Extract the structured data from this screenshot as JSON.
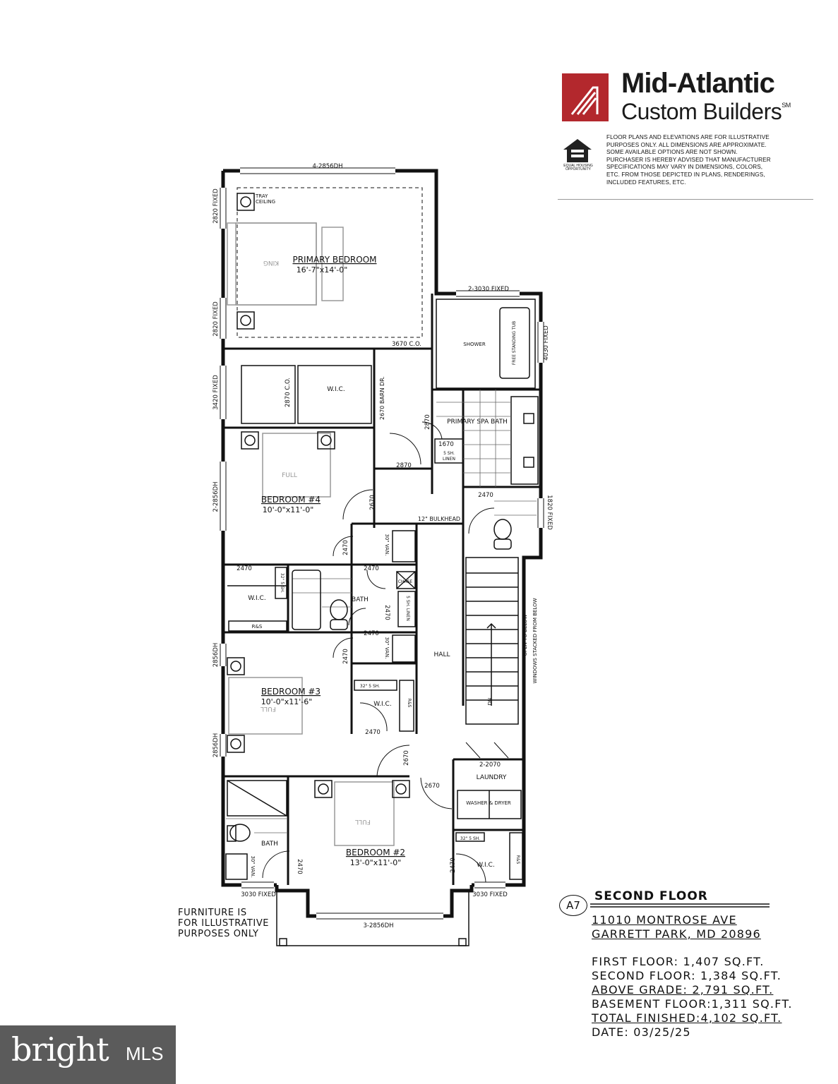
{
  "brand": {
    "name_line1": "Mid-Atlantic",
    "name_line2": "Custom Builders",
    "name_mark": "SM",
    "eho_text": "EQUAL HOUSING OPPORTUNITY",
    "disclaimer": [
      "FLOOR PLANS AND ELEVATIONS ARE FOR ILLUSTRATIVE",
      "PURPOSES ONLY. ALL DIMENSIONS ARE APPROXIMATE.",
      "SOME AVAILABLE OPTIONS ARE NOT SHOWN.",
      "PURCHASER IS HEREBY ADVISED THAT MANUFACTURER",
      "SPECIFICATIONS MAY VARY IN DIMENSIONS, COLORS,",
      "ETC. FROM THOSE DEPICTED IN PLANS, RENDERINGS,",
      "INCLUDED FEATURES, ETC."
    ],
    "logo_color": "#b3282d"
  },
  "rooms": {
    "primary_bedroom": {
      "name": "PRIMARY BEDROOM",
      "size": "16'-7\"x14'-0\""
    },
    "bedroom4": {
      "name": "BEDROOM #4",
      "size": "10'-0\"x11'-0\""
    },
    "bedroom3": {
      "name": "BEDROOM #3",
      "size": "10'-0\"x11'-6\""
    },
    "bedroom2": {
      "name": "BEDROOM #2",
      "size": "13'-0\"x11'-0\""
    },
    "primary_spa_bath": "PRIMARY SPA BATH",
    "shower": "SHOWER",
    "tub": "FREE STANDING TUB",
    "wic": "W.I.C.",
    "bath": "BATH",
    "hall": "HALL",
    "laundry": "LAUNDRY",
    "washer_dryer": "WASHER & DRYER",
    "tray_ceiling_1": "TRAY",
    "tray_ceiling_2": "CEILING",
    "bulkhead": "12\" BULKHEAD",
    "linen_5sh": "5 SH.",
    "linen": "LINEN",
    "linen_vert": "5 SH. LINEN",
    "chase": "CHASE",
    "shelf_32": "32\" 5 SH.",
    "rs": "R&S",
    "van": "30\" VAN.",
    "king": "KING",
    "full": "FULL",
    "barn_dr": "2670 BARN DR.",
    "open_below": "OPEN TO BELOW",
    "windows_stacked": "WINDOWS STACKED FROM BELOW",
    "dn": "DN"
  },
  "dims": {
    "w_top": "4-2856DH",
    "w_2820_a": "2820 FIXED",
    "w_2820_b": "2820 FIXED",
    "w_3420": "3420 FIXED",
    "w_2856_left": "2-2856DH",
    "w_2856_b3a": "2856DH",
    "w_2856_b3b": "2856DH",
    "w_2_3030": "2-3030 FIXED",
    "w_4030": "4030 FIXED",
    "w_1820": "1820 FIXED",
    "w_3030_l": "3030 FIXED",
    "w_3030_r": "3030 FIXED",
    "w_3_2856": "3-2856DH",
    "d_3670": "3670 C.O.",
    "d_2870co": "2870 C.O.",
    "d_2870": "2870",
    "d_2870b": "2870",
    "d_1670": "1670",
    "d_2670": "2670",
    "d_2470": "2470",
    "d_2070": "2-2070"
  },
  "sheet": {
    "id": "A7",
    "title": "SECOND FLOOR",
    "address1": "11010 MONTROSE AVE",
    "address2": "GARRETT PARK, MD 20896",
    "stats": {
      "first": "FIRST FLOOR: 1,407 SQ.FT.",
      "second": "SECOND FLOOR: 1,384 SQ.FT.",
      "above": "ABOVE GRADE: 2,791 SQ.FT.",
      "basement": "BASEMENT FLOOR:1,311 SQ.FT.",
      "total": "TOTAL FINISHED:4,102 SQ.FT.",
      "date": "DATE: 03/25/25"
    }
  },
  "furniture_note": [
    "FURNITURE IS",
    "FOR ILLUSTRATIVE",
    "PURPOSES ONLY"
  ],
  "watermark": {
    "brand": "bright",
    "suffix": "MLS"
  }
}
